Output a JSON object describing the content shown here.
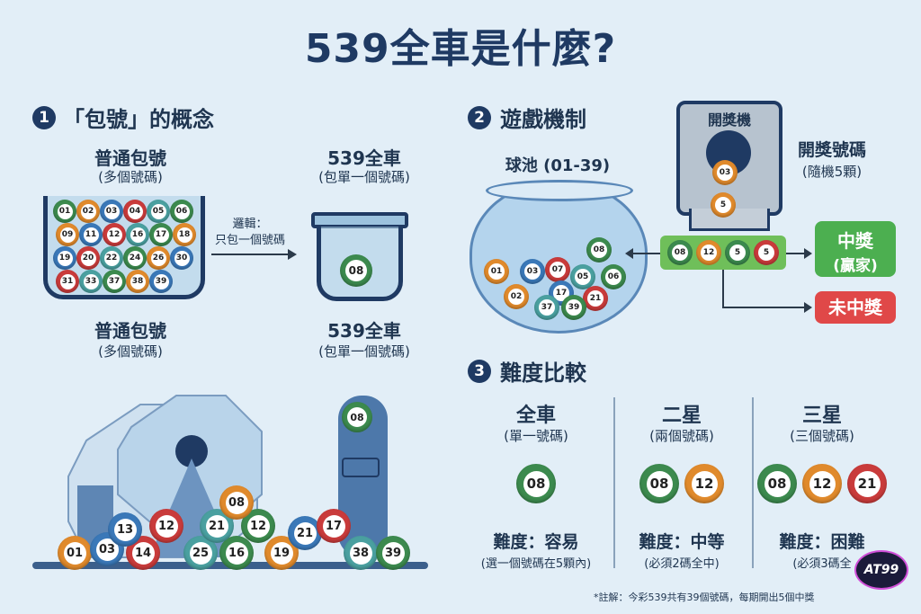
{
  "title": "539全車是什麼?",
  "section1": {
    "num": "1",
    "title": "「包號」的概念",
    "left_label": "普通包號",
    "left_sub": "(多個號碼)",
    "right_label": "539全車",
    "right_sub": "(包單一個號碼)",
    "arrow_text_1": "邏輯：",
    "arrow_text_2": "只包一個號碼",
    "bottom_left_label": "普通包號",
    "bottom_left_sub": "(多個號碼)",
    "bottom_right_label": "539全車",
    "bottom_right_sub": "(包單一個號碼)",
    "jar_balls": [
      "01",
      "02",
      "03",
      "04",
      "05",
      "06",
      "09",
      "11",
      "12",
      "16",
      "17",
      "18",
      "19",
      "20",
      "22",
      "24",
      "26",
      "30",
      "31",
      "33",
      "37",
      "38",
      "39"
    ],
    "single_ball": "08"
  },
  "section2": {
    "num": "2",
    "title": "遊戲機制",
    "pool_label": "球池 (01-39)",
    "machine_label": "開獎機",
    "draw_label": "開獎號碼",
    "draw_sub": "(隨機5顆)",
    "machine_balls": [
      "03",
      "5"
    ],
    "pool_balls": [
      "08",
      "01",
      "03",
      "07",
      "05",
      "06",
      "02",
      "17",
      "21",
      "37",
      "39"
    ],
    "draw_row": [
      "08",
      "12",
      "5",
      "5"
    ],
    "win_1": "中獎",
    "win_2": "(贏家)",
    "lose": "未中獎"
  },
  "machine_balls": [
    "01",
    "03",
    "14",
    "25",
    "16",
    "19",
    "13",
    "12",
    "21",
    "12",
    "08",
    "21",
    "17",
    "38",
    "39"
  ],
  "tower_ball": "08",
  "section3": {
    "num": "3",
    "title": "難度比較",
    "cols": [
      {
        "name": "全車",
        "sub": "(單一號碼)",
        "balls": [
          "08"
        ],
        "diff": "難度：容易",
        "note": "(選一個號碼在5顆內)"
      },
      {
        "name": "二星",
        "sub": "(兩個號碼)",
        "balls": [
          "08",
          "12"
        ],
        "diff": "難度：中等",
        "note": "(必須2碼全中)"
      },
      {
        "name": "三星",
        "sub": "(三個號碼)",
        "balls": [
          "08",
          "12",
          "21"
        ],
        "diff": "難度：困難",
        "note": "(必須3碼全"
      }
    ]
  },
  "footnote": "*註解：今彩539共有39個號碼，每期開出5個中獎",
  "logo_text": "AT99",
  "colors": {
    "green": "#3c8a4e",
    "orange": "#e08a2c",
    "red": "#c93b3b",
    "blue": "#3a78b8",
    "teal": "#4aa0a0",
    "navy": "#1f3a63",
    "win": "#4caf50",
    "lose": "#e04848"
  }
}
